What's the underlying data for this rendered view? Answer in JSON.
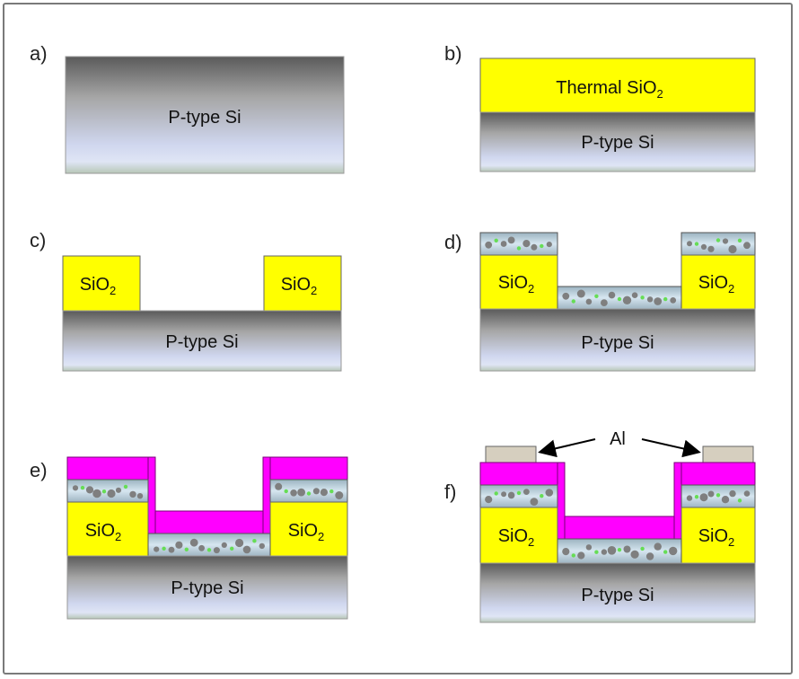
{
  "panels": [
    {
      "id": "a",
      "label": "a)",
      "substrate_text": "P-type Si"
    },
    {
      "id": "b",
      "label": "b)",
      "oxide_text": "Thermal SiO",
      "oxide_sub": "2",
      "substrate_text": "P-type Si"
    },
    {
      "id": "c",
      "label": "c)",
      "oxide_text": "SiO",
      "oxide_sub": "2",
      "substrate_text": "P-type Si"
    },
    {
      "id": "d",
      "label": "d)",
      "oxide_text": "SiO",
      "oxide_sub": "2",
      "substrate_text": "P-type Si"
    },
    {
      "id": "e",
      "label": "e)",
      "oxide_text": "SiO",
      "oxide_sub": "2",
      "substrate_text": "P-type Si"
    },
    {
      "id": "f",
      "label": "f)",
      "oxide_text": "SiO",
      "oxide_sub": "2",
      "substrate_text": "P-type Si",
      "contact_text": "Al"
    }
  ],
  "colors": {
    "oxide": "#ffff00",
    "dielectric": "#ff00ff",
    "contact": "#d6cfbf",
    "particle_dark": "#7f7f7f",
    "particle_green": "#66dd55",
    "nanolayer_bg": "#c7dbe8"
  }
}
